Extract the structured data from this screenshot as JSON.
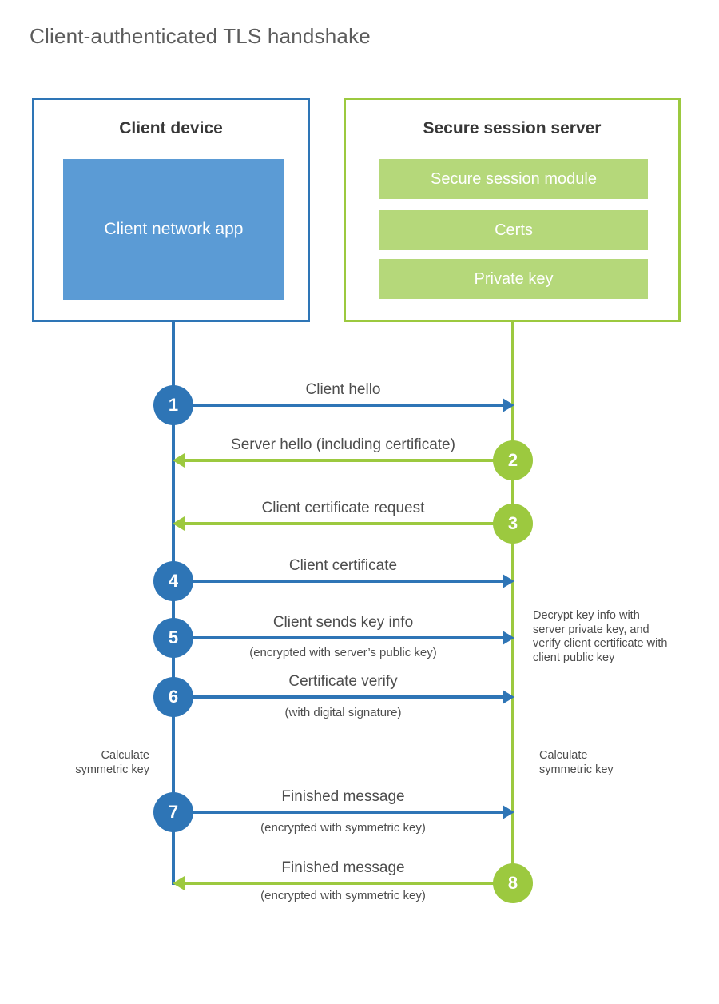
{
  "title": "Client-authenticated TLS handshake",
  "colors": {
    "blue_line": "#2e75b6",
    "blue_fill": "#5b9bd5",
    "green_line": "#9cc93f",
    "green_fill": "#b5d87a",
    "label_text": "#4d4d4d",
    "heading_text": "#383838"
  },
  "actors": {
    "client": {
      "title": "Client device",
      "module": "Client network app"
    },
    "server": {
      "title": "Secure session server",
      "modules": [
        "Secure session module",
        "Certs",
        "Private key"
      ]
    }
  },
  "messages": [
    {
      "number": "1",
      "label": "Client hello",
      "sublabel": "",
      "from": "client",
      "to": "server"
    },
    {
      "number": "2",
      "label": "Server hello (including certificate)",
      "sublabel": "",
      "from": "server",
      "to": "client"
    },
    {
      "number": "3",
      "label": "Client certificate request",
      "sublabel": "",
      "from": "server",
      "to": "client"
    },
    {
      "number": "4",
      "label": "Client certificate",
      "sublabel": "",
      "from": "client",
      "to": "server"
    },
    {
      "number": "5",
      "label": "Client sends key info",
      "sublabel": "(encrypted with server’s public key)",
      "from": "client",
      "to": "server"
    },
    {
      "number": "6",
      "label": "Certificate verify",
      "sublabel": "(with digital signature)",
      "from": "client",
      "to": "server"
    },
    {
      "number": "7",
      "label": "Finished message",
      "sublabel": "(encrypted with symmetric key)",
      "from": "client",
      "to": "server"
    },
    {
      "number": "8",
      "label": "Finished message",
      "sublabel": "(encrypted with symmetric key)",
      "from": "server",
      "to": "client"
    }
  ],
  "annotations": {
    "decrypt_note": "Decrypt key info with server private key, and verify client certificate with client public key",
    "calculate_left": "Calculate\nsymmetric key",
    "calculate_right": "Calculate\nsymmetric key"
  }
}
